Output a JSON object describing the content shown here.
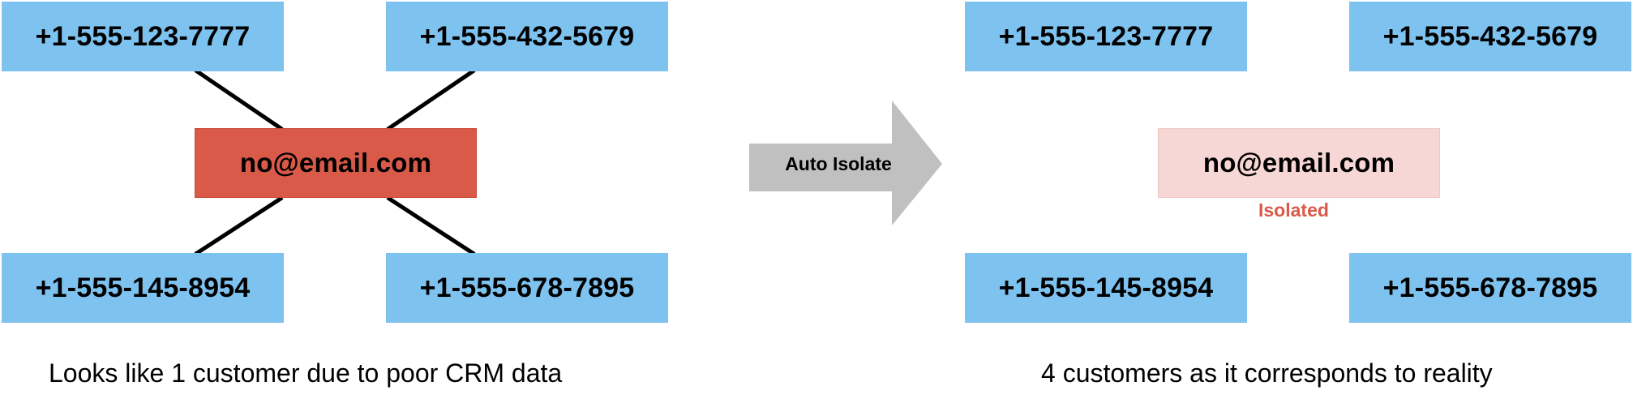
{
  "colors": {
    "phone_box": "#7ec3f0",
    "email_duplicate": "#d95a48",
    "email_isolated": "#f7d7d5",
    "isolated_text": "#d95a48",
    "arrow": "#c0c0c0",
    "connector": "#000000"
  },
  "left": {
    "phones": [
      "+1-555-123-7777",
      "+1-555-432-5679",
      "+1-555-145-8954",
      "+1-555-678-7895"
    ],
    "email": "no@email.com",
    "caption": "Looks like 1 customer due to poor CRM data"
  },
  "arrow": {
    "label": "Auto Isolate"
  },
  "right": {
    "phones": [
      "+1-555-123-7777",
      "+1-555-432-5679",
      "+1-555-145-8954",
      "+1-555-678-7895"
    ],
    "email": "no@email.com",
    "email_status": "Isolated",
    "caption": "4 customers as it corresponds to reality"
  }
}
